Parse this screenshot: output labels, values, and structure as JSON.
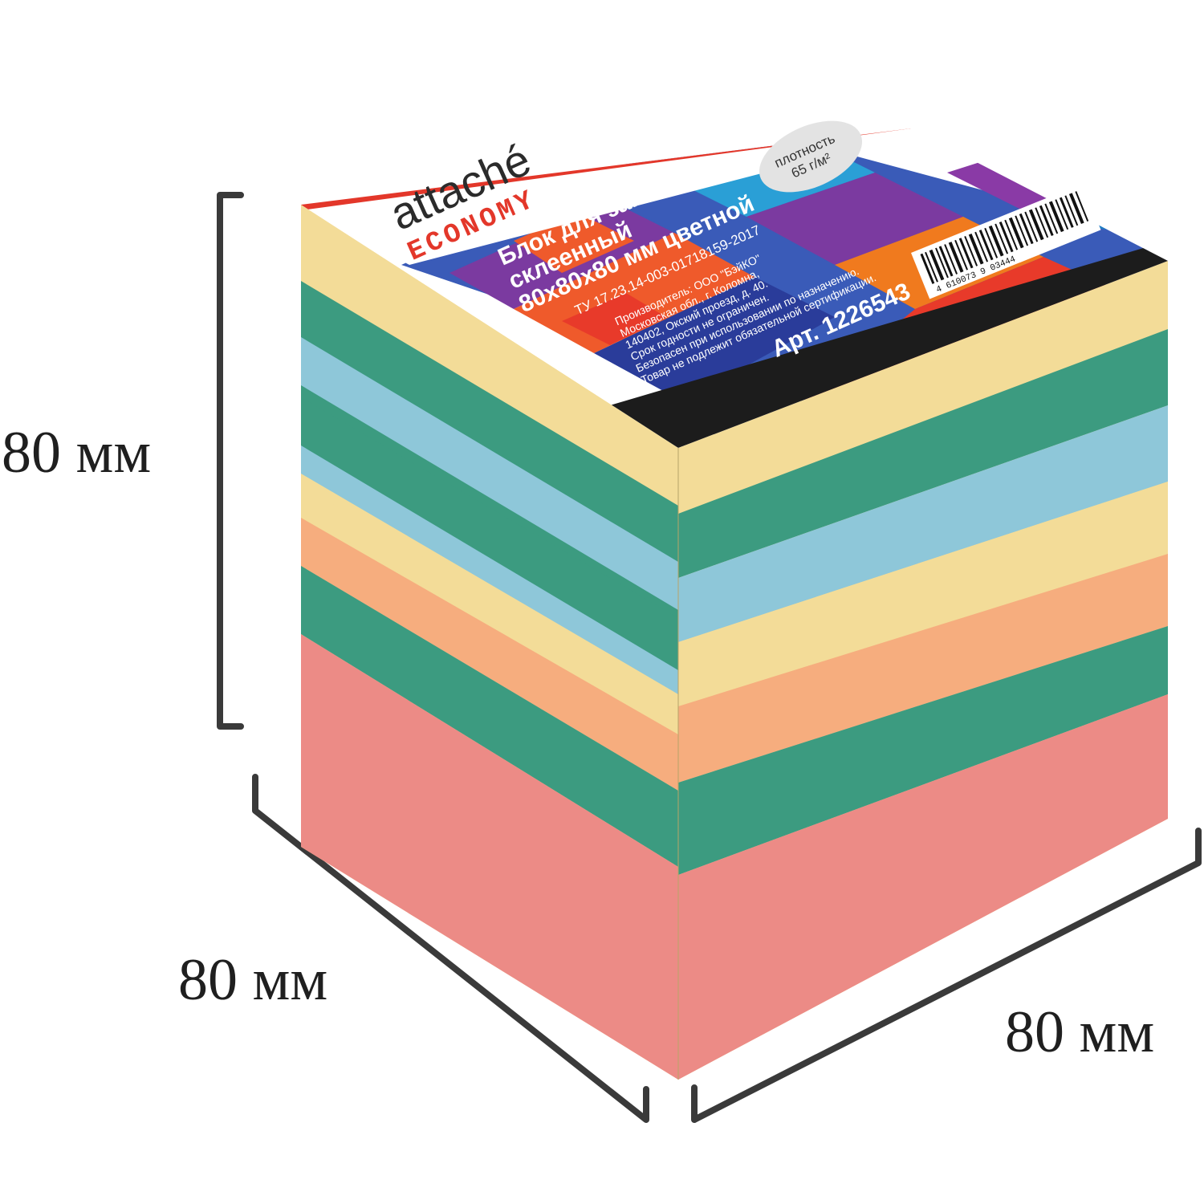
{
  "dimensions": {
    "height_label": "80 мм",
    "depth_label": "80 мм",
    "width_label": "80 мм"
  },
  "brand": {
    "name": "attaché",
    "line": "ECONOMY"
  },
  "density_badge": {
    "line1": "плотность",
    "line2": "65 г/м²"
  },
  "product": {
    "title_line1": "Блок для записей",
    "title_line2": "склеенный",
    "title_line3": "80х80х80 мм цветной",
    "spec": "ТУ 17.23.14-003-01718159-2017",
    "info": [
      "Производитель: ООО \"БэйКО\"",
      "Московская обл., г. Коломна,",
      "140402, Окский проезд, д. 40.",
      "Срок годности не ограничен.",
      "Безопасен при использовании по назначению.",
      "Товар не подлежит обязательной сертификации."
    ],
    "article": "Арт. 1226543",
    "barcode_digits": "4 610073 9 03444"
  },
  "colors": {
    "yellow": "#f3dc98",
    "green": "#3c9b80",
    "blue": "#8ec7d9",
    "orange": "#f6ad7e",
    "pink": "#ec8b86",
    "brand_red": "#e3372a",
    "label_dark": "#1c1c1c"
  }
}
